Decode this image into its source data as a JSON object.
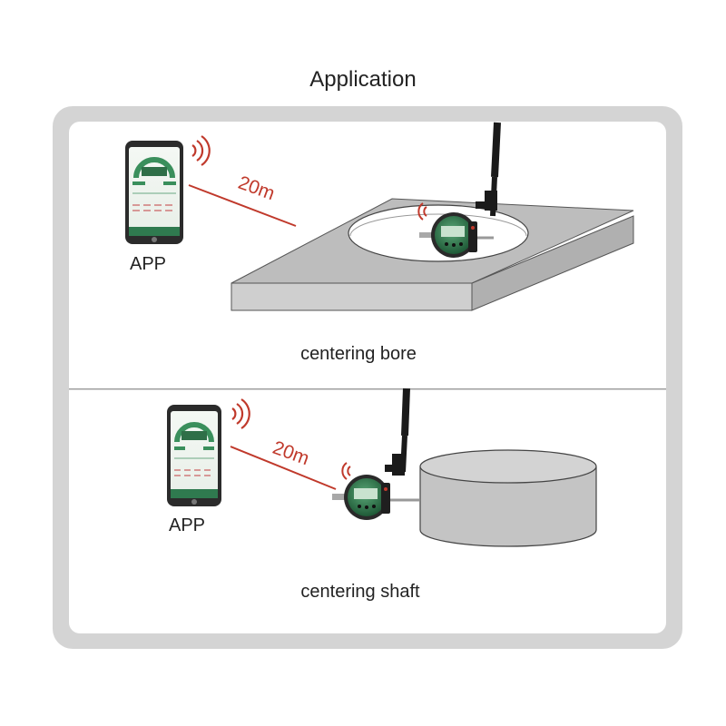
{
  "title": "Application",
  "panels": [
    {
      "caption": "centering bore",
      "app_label": "APP",
      "distance": "20m"
    },
    {
      "caption": "centering shaft",
      "app_label": "APP",
      "distance": "20m"
    }
  ],
  "colors": {
    "frame": "#d4d4d4",
    "signal": "#c0392b",
    "gauge": "#2f7a4f",
    "plate": "#bfbfbf"
  },
  "icons": [
    "phone-app-icon",
    "wifi-signal-icon",
    "digital-indicator-icon",
    "magnetic-stand-icon"
  ]
}
